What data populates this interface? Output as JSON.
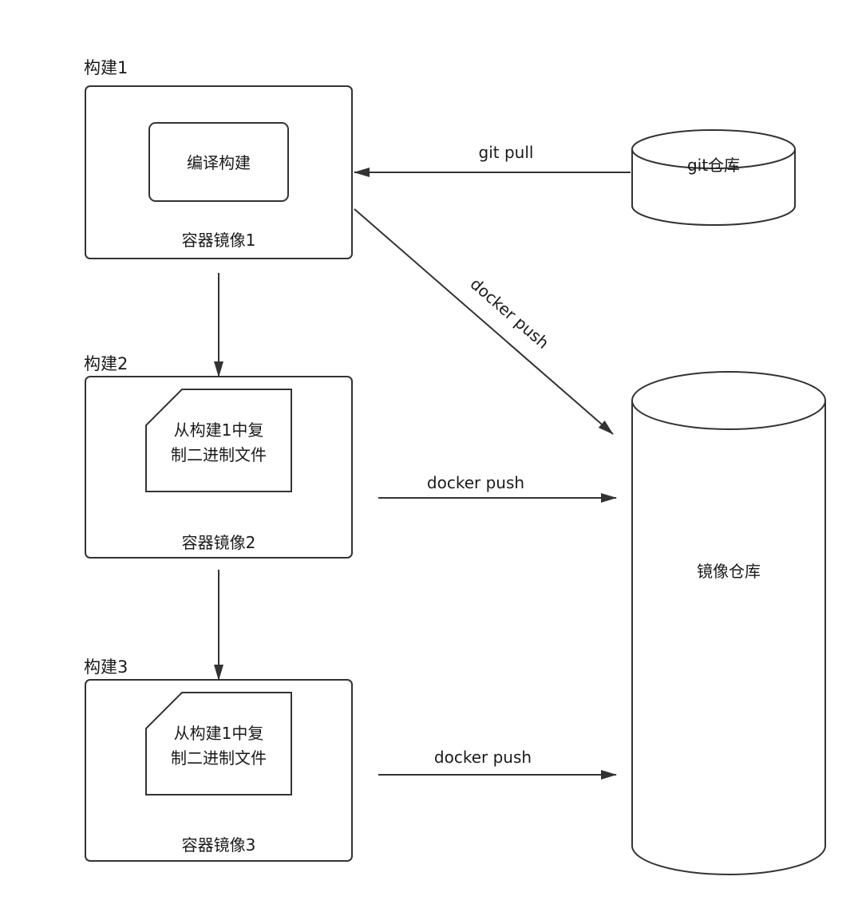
{
  "build_stages": [
    {
      "title": "构建1",
      "inner_lines": [
        "编译构建"
      ],
      "footer": "容器镜像1"
    },
    {
      "title": "构建2",
      "inner_lines": [
        "从构建1中复",
        "制二进制文件"
      ],
      "footer": "容器镜像2"
    },
    {
      "title": "构建3",
      "inner_lines": [
        "从构建1中复",
        "制二进制文件"
      ],
      "footer": "容器镜像3"
    }
  ],
  "git_repo": {
    "label": "git仓库"
  },
  "image_repo": {
    "label": "镜像仓库"
  },
  "edges": {
    "git_pull": "git pull",
    "push_from_stage1": "docker push",
    "push_from_stage2": "docker push",
    "push_from_stage3": "docker push"
  },
  "colors": {
    "stroke": "#333333",
    "text": "#1a1a1a",
    "background": "#ffffff"
  }
}
